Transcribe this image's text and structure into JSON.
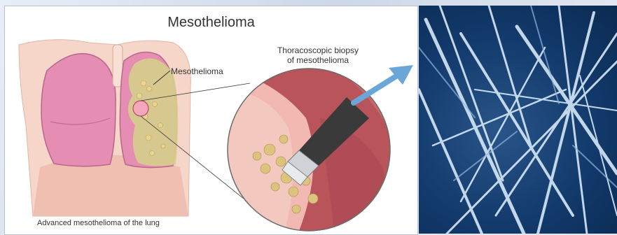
{
  "diagram": {
    "title": "Mesothelioma",
    "labels": {
      "tumor": "Mesothelioma",
      "biopsy_line1": "Thoracoscopic biopsy",
      "biopsy_line2": "of mesothelioma",
      "caption": "Advanced mesothelioma of the lung"
    }
  },
  "colors": {
    "lung": "#e78fb4",
    "lung_dark": "#c76a92",
    "skin": "#f4d2c3",
    "tumor": "#d8c98a",
    "tumor_spot": "#e9d79a",
    "arrow": "#6aa6d8",
    "fiber_bg": "#123a6b",
    "fiber": "#cfe4f7"
  },
  "icons": [
    "arrow-icon",
    "biopsy-instrument-icon"
  ]
}
